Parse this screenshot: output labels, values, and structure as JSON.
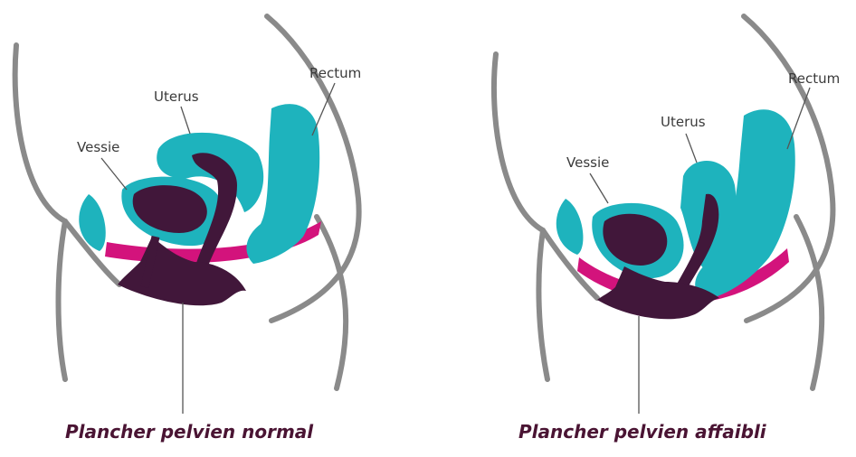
{
  "normal": {
    "labels": {
      "vessie": "Vessie",
      "uterus": "Uterus",
      "rectum": "Rectum"
    },
    "caption": "Plancher pelvien normal"
  },
  "weak": {
    "labels": {
      "vessie": "Vessie",
      "uterus": "Uterus",
      "rectum": "Rectum"
    },
    "caption": "Plancher pelvien affaibli"
  },
  "colors": {
    "organ": "#1eb3bd",
    "inner": "#41173a",
    "muscle": "#d3137c",
    "outline": "#8a8a8a",
    "leader": "#555555",
    "caption": "#4a1433"
  }
}
